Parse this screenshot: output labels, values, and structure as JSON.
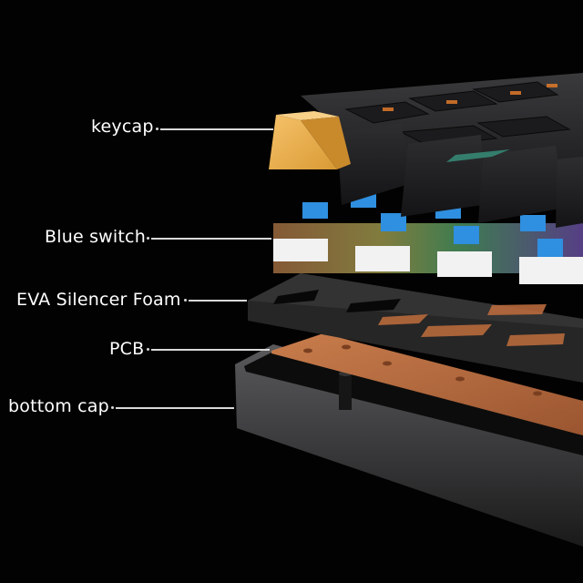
{
  "figure": {
    "subject": "exploded view of mechanical keyboard layers",
    "background_color": "#020202",
    "label_color": "#ffffff"
  },
  "layers": [
    {
      "id": "keycap",
      "label": "keycap",
      "color": "#f0b24a"
    },
    {
      "id": "switch",
      "label": "Blue switch",
      "color": "#2f8fe0"
    },
    {
      "id": "foam",
      "label": "EVA Silencer Foam",
      "color": "#2a2a2a"
    },
    {
      "id": "pcb",
      "label": "PCB",
      "color": "#b86a3c"
    },
    {
      "id": "bottom",
      "label": "bottom cap",
      "color": "#3a3a3a"
    }
  ]
}
